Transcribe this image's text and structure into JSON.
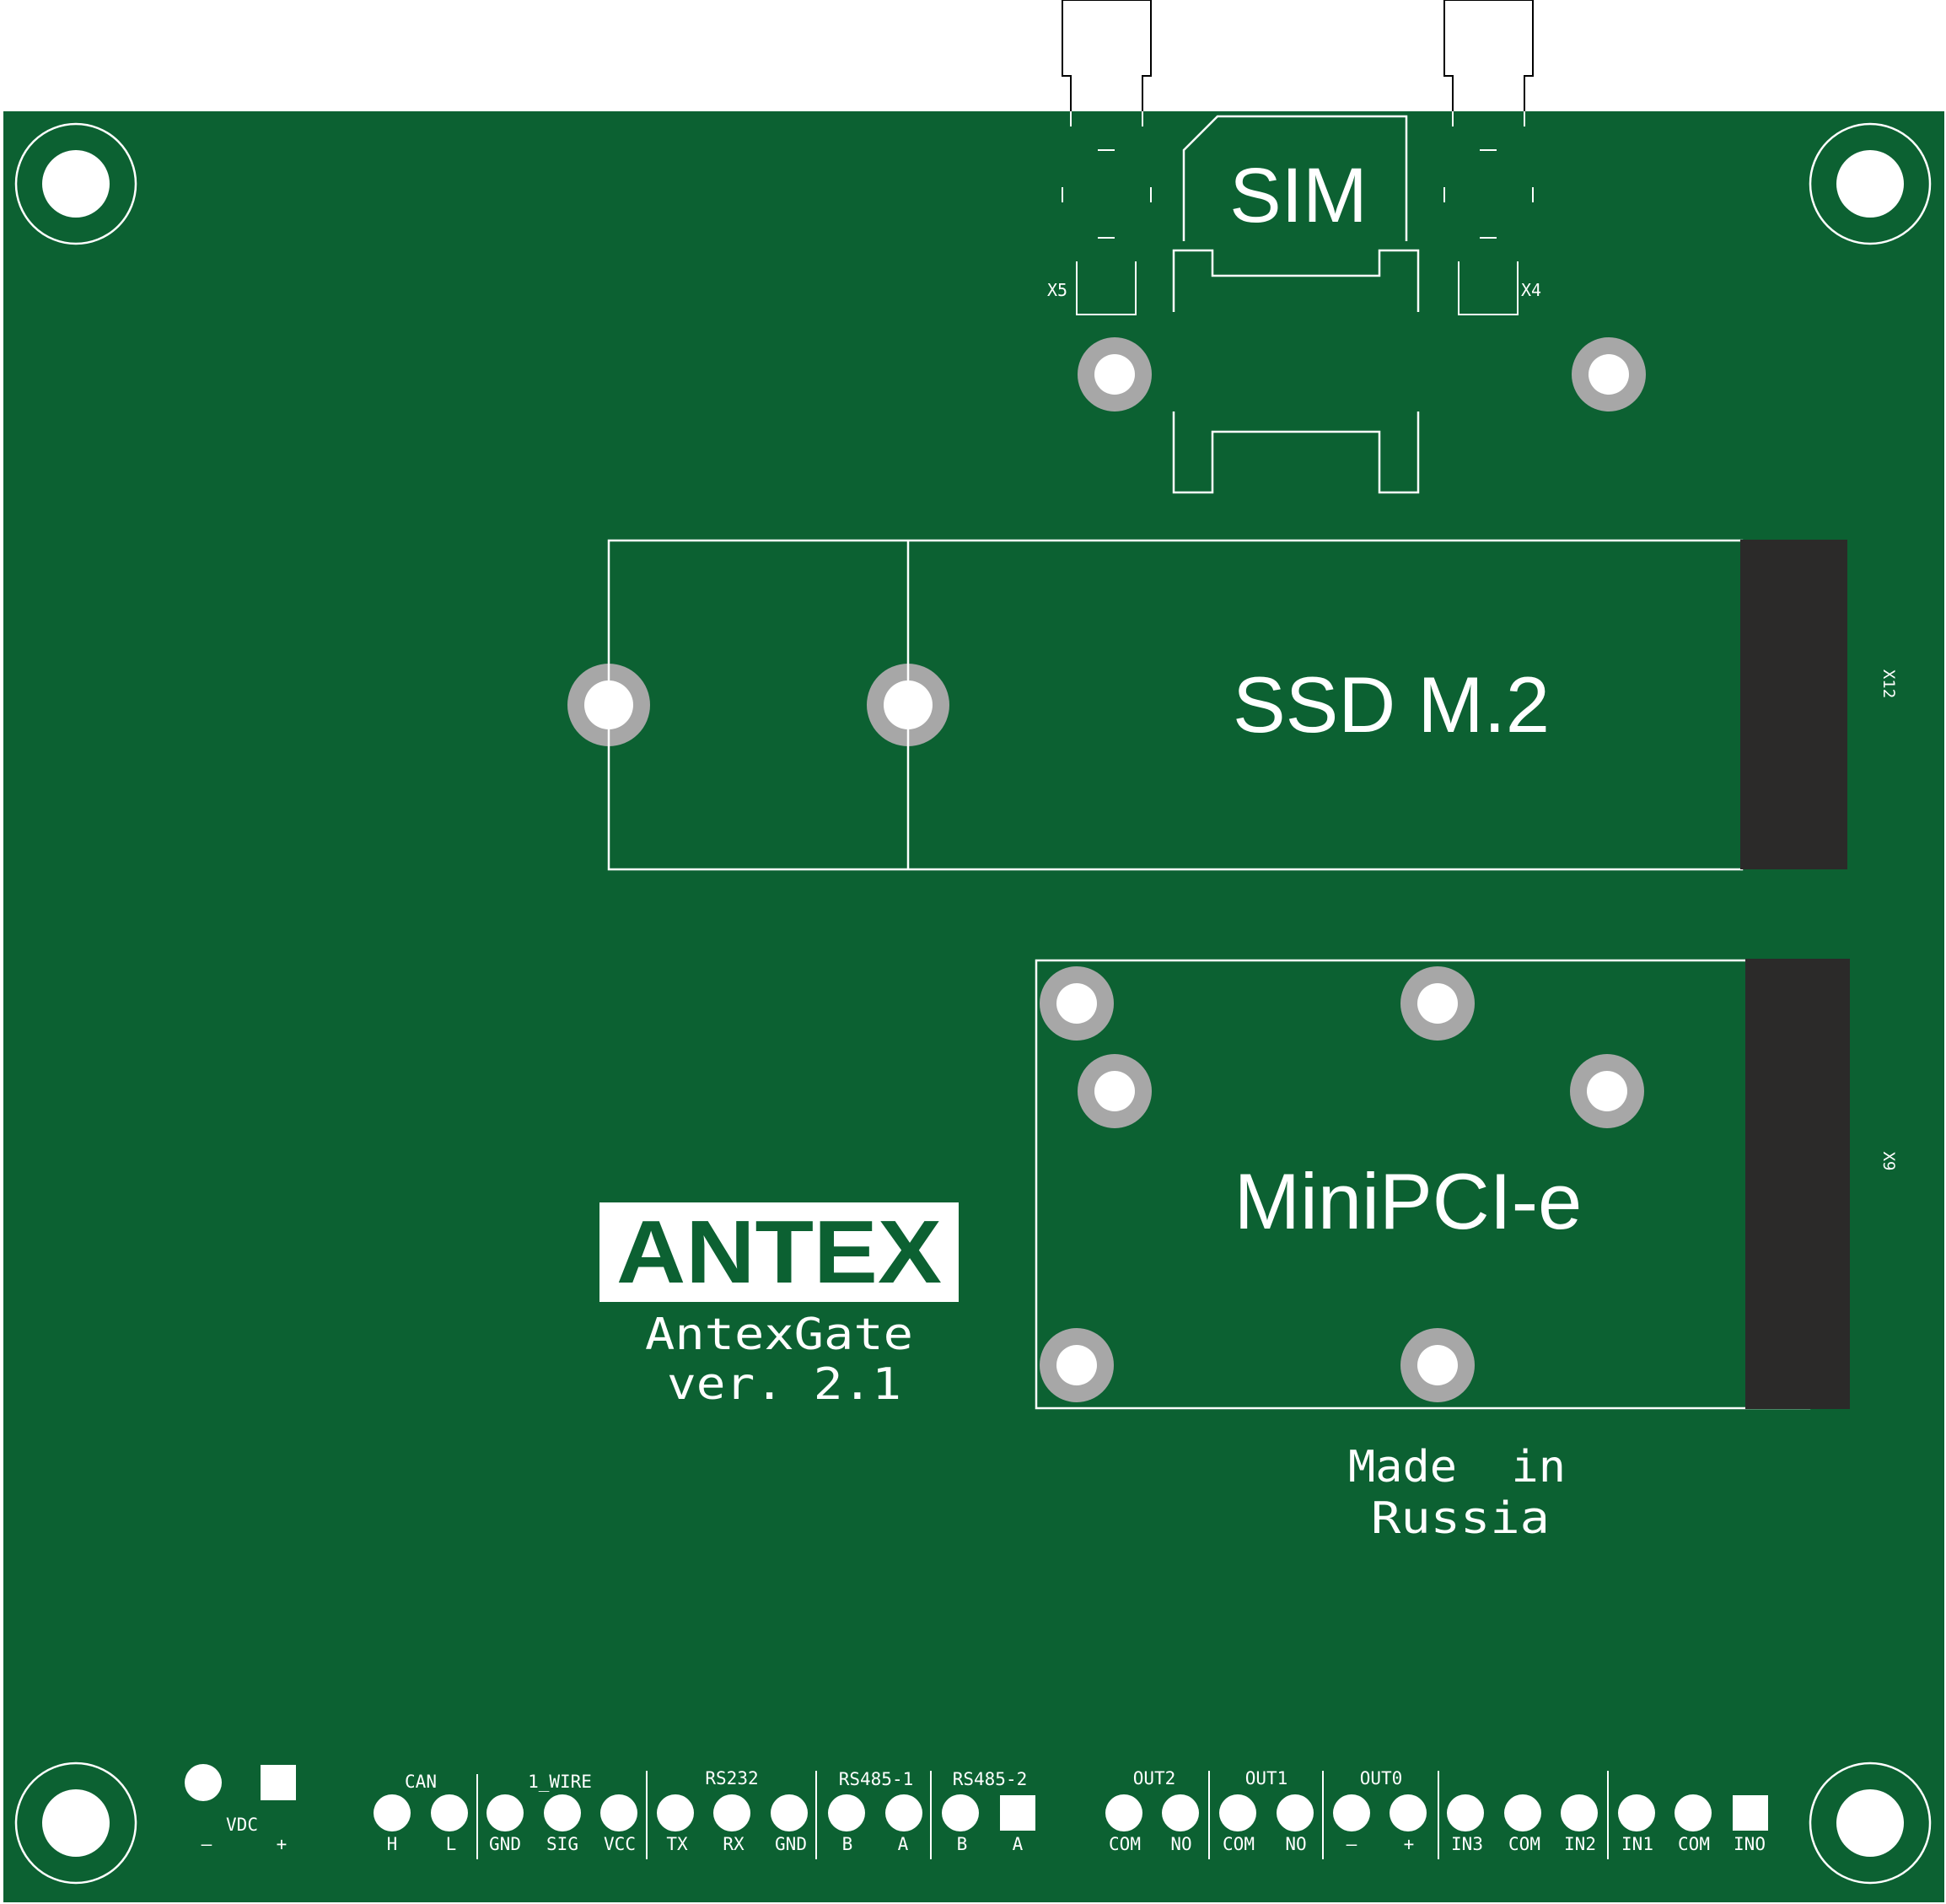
{
  "colors": {
    "pcb": "#0c6132",
    "silk": "#ffffff",
    "pad_ring": "#a7a7a7",
    "connector": "#2b2a29",
    "logo_bg": "#ffffff",
    "logo_text": "#0c6132"
  },
  "top": {
    "sim_label": "SIM",
    "x5_label": "X5",
    "x4_label": "X4"
  },
  "modules": {
    "ssd_label": "SSD M.2",
    "ssd_connector": "X12",
    "pcie_label": "MiniPCI-e",
    "pcie_connector": "X9"
  },
  "branding": {
    "logo": "ANTEX",
    "product": "AntexGate",
    "version": "ver. 2.1",
    "made_line1": "Made  in",
    "made_line2": "Russia"
  },
  "terminals": {
    "vdc_title": "VDC",
    "vdc_minus": "–",
    "vdc_plus": "+",
    "groups": [
      {
        "title": "CAN",
        "pins": [
          "H",
          "L"
        ]
      },
      {
        "title": "1_WIRE",
        "pins": [
          "GND",
          "SIG",
          "VCC"
        ]
      },
      {
        "title": "RS232",
        "pins": [
          "TX",
          "RX",
          "GND"
        ]
      },
      {
        "title": "RS485-1",
        "pins": [
          "B",
          "A"
        ]
      },
      {
        "title": "RS485-2",
        "pins": [
          "B",
          "A"
        ]
      },
      {
        "title": "OUT2",
        "pins": [
          "COM",
          "NO"
        ]
      },
      {
        "title": "OUT1",
        "pins": [
          "COM",
          "NO"
        ]
      },
      {
        "title": "OUT0",
        "pins": [
          "–",
          "+"
        ]
      },
      {
        "title": "",
        "pins": [
          "IN3",
          "COM",
          "IN2"
        ]
      },
      {
        "title": "",
        "pins": [
          "IN1",
          "COM",
          "INO"
        ]
      }
    ]
  }
}
